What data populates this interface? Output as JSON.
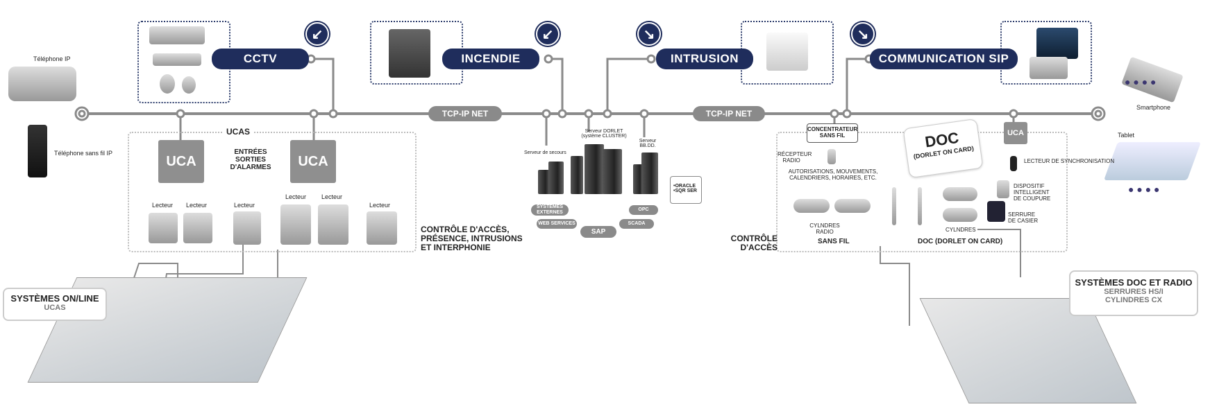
{
  "systems": {
    "cctv": "CCTV",
    "incendie": "INCENDIE",
    "intrusion": "INTRUSION",
    "sip": "COMMUNICATION SIP"
  },
  "network": {
    "net_left": "TCP-IP NET",
    "net_right": "TCP-IP NET"
  },
  "left_devices": {
    "ip_phone": "Téléphone IP",
    "wireless_phone": "Téléphone sans fil IP"
  },
  "right_devices": {
    "smartphone": "Smartphone",
    "tablet": "Tablet"
  },
  "ucas": {
    "title": "UCAS",
    "uca1": "UCA",
    "uca2": "UCA",
    "center": "ENTRÉES SORTIES D'ALARMES",
    "readers": [
      "Lecteur",
      "Lecteur",
      "Lecteur",
      "Lecteur",
      "Lecteur",
      "Lecteur"
    ],
    "caption": "CONTRÔLE D'ACCÈS, PRÉSENCE, INTRUSIONS ET INTERPHONIE"
  },
  "servers": {
    "backup": "Serveur de secours",
    "dorlet": "Serveur DORLET (système CLUSTER)",
    "db": "Serveur BB.DD.",
    "db_types": "•ORACLE •SQR SER",
    "external": "SYSTÈMES EXTERNES",
    "web": "WEB SERVICES",
    "sap": "SAP",
    "opc": "OPC",
    "scada": "SCADA"
  },
  "wireless": {
    "concentrator": "CONCENTRATEUR SANS FIL",
    "receiver": "RÉCEPTEUR RADIO",
    "info": "AUTORISATIONS, MOUVEMENTS, CALENDRIERS, HORAIRES, ETC.",
    "cylinders_radio": "CYLNDRES RADIO",
    "sans_fil": "SANS FIL",
    "caption": "CONTRÔLE D'ACCÈS"
  },
  "doc": {
    "title": "DOC",
    "subtitle": "(DORLET ON CARD)",
    "uca": "UCA",
    "sync_reader": "LECTEUR DE SYNCHRONISATION",
    "cutoff": "DISPOSITIF INTELLIGENT DE COUPURE",
    "locker": "SERRURE DE CASIER",
    "cylinders": "CYLNDRES",
    "footer": "DOC (DORLET ON CARD)"
  },
  "labels": {
    "online_title": "SYSTÈMES ON/LINE",
    "online_sub": "UCAS",
    "doc_title": "SYSTÈMES DOC ET RADIO",
    "doc_sub1": "SERRURES HS/I",
    "doc_sub2": "CYLINDRES CX"
  },
  "colors": {
    "navy": "#1f2d5c",
    "line": "#8a8a8a"
  }
}
